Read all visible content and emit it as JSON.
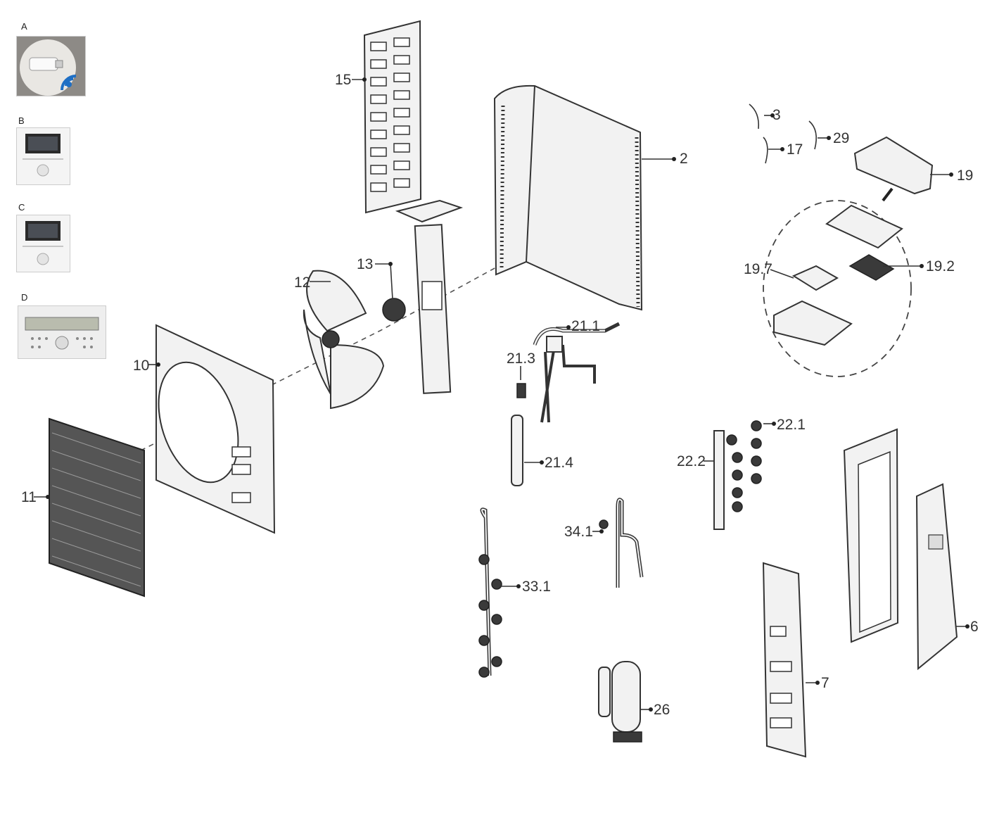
{
  "accessories": [
    {
      "letter": "A",
      "icon": "wifi-adapter-icon"
    },
    {
      "letter": "B",
      "icon": "wired-controller-icon"
    },
    {
      "letter": "C",
      "icon": "wired-controller-icon"
    },
    {
      "letter": "D",
      "icon": "lcd-controller-icon"
    }
  ],
  "labels": {
    "p15": "15",
    "p2": "2",
    "p3": "3",
    "p17": "17",
    "p29": "29",
    "p19": "19",
    "p19_7": "19.7",
    "p19_2": "19.2",
    "p13": "13",
    "p12": "12",
    "p10": "10",
    "p11": "11",
    "p21_1": "21.1",
    "p21_3": "21.3",
    "p21_4": "21.4",
    "p22_1": "22.1",
    "p22_2": "22.2",
    "p34_1": "34.1",
    "p33_1": "33.1",
    "p26": "26",
    "p7": "7",
    "p6": "6"
  }
}
